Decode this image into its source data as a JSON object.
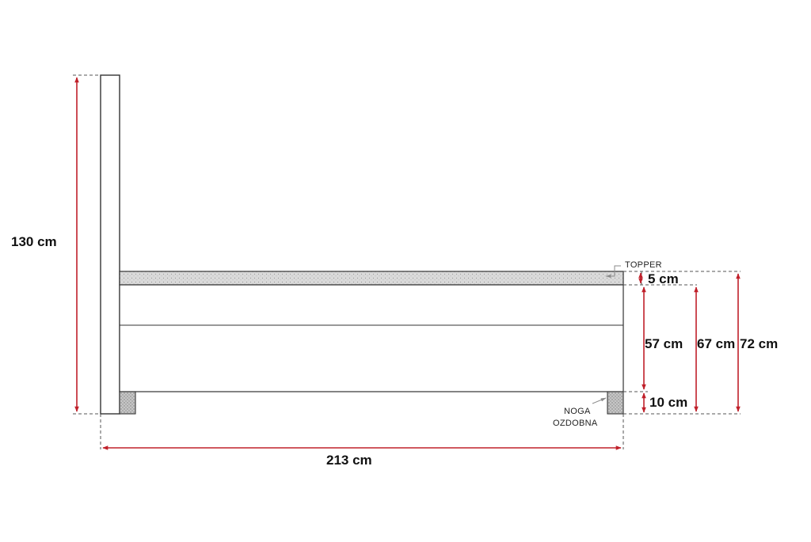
{
  "colors": {
    "arrow": "#c0202a",
    "outline": "#333333",
    "dashed": "#555555",
    "topper_fill": "#d9d9d9",
    "leg_fill": "#bdbdbd"
  },
  "labels": {
    "headboard_height": "130 cm",
    "topper_thickness": "5 cm",
    "box_height": "57 cm",
    "mattress_top_height": "67 cm",
    "total_height": "72 cm",
    "leg_height": "10 cm",
    "length": "213 cm",
    "topper": "TOPPER",
    "leg_line1": "NOGA",
    "leg_line2": "OZDOBNA"
  }
}
